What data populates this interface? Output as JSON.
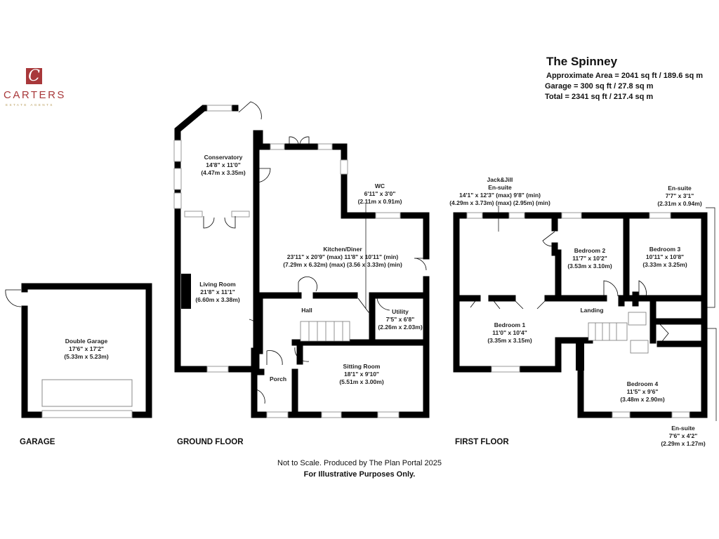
{
  "logo": {
    "mark": "C",
    "name": "CARTERS",
    "tagline": "ESTATE AGENTS"
  },
  "header": {
    "title": "The Spinney",
    "approx_area": "Approximate Area = 2041 sq ft / 189.6 sq m",
    "garage_area": "Garage = 300 sq ft / 27.8 sq m",
    "total_area": "Total = 2341 sq ft / 217.4 sq m"
  },
  "rooms": {
    "conservatory": {
      "name": "Conservatory",
      "imperial": "14'8\" x 11'0\"",
      "metric": "(4.47m x 3.35m)"
    },
    "wc": {
      "name": "WC",
      "imperial": "6'11\" x 3'0\"",
      "metric": "(2.11m x 0.91m)"
    },
    "kitchen": {
      "name": "Kitchen/Diner",
      "imperial": "23'11\" x 20'9\" (max) 11'8\" x 10'11\" (min)",
      "metric": "(7.29m x 6.32m) (max) (3.56 x 3.33m) (min)"
    },
    "living": {
      "name": "Living Room",
      "imperial": "21'8\" x 11'1\"",
      "metric": "(6.60m x 3.38m)"
    },
    "hall": {
      "name": "Hall"
    },
    "utility": {
      "name": "Utility",
      "imperial": "7'5\" x 6'8\"",
      "metric": "(2.26m x 2.03m)"
    },
    "sitting": {
      "name": "Sitting Room",
      "imperial": "18'1\" x 9'10\"",
      "metric": "(5.51m x 3.00m)"
    },
    "porch": {
      "name": "Porch"
    },
    "garage": {
      "name": "Double Garage",
      "imperial": "17'6\" x 17'2\"",
      "metric": "(5.33m x 5.23m)"
    },
    "jackjill": {
      "name": "Jack&Jill",
      "name2": "En-suite",
      "imperial": "14'1\" x 12'3\" (max) 9'8\" (min)",
      "metric": "(4.29m x 3.73m) (max) (2.95m) (min)"
    },
    "ensuite_top": {
      "name": "En-suite",
      "imperial": "7'7\" x 3'1\"",
      "metric": "(2.31m x 0.94m)"
    },
    "bedroom2": {
      "name": "Bedroom 2",
      "imperial": "11'7\" x 10'2\"",
      "metric": "(3.53m x 3.10m)"
    },
    "bedroom3": {
      "name": "Bedroom 3",
      "imperial": "10'11\" x 10'8\"",
      "metric": "(3.33m x 3.25m)"
    },
    "landing": {
      "name": "Landing"
    },
    "bedroom1": {
      "name": "Bedroom 1",
      "imperial": "11'0\" x 10'4\"",
      "metric": "(3.35m x 3.15m)"
    },
    "bedroom4": {
      "name": "Bedroom 4",
      "imperial": "11'5\" x 9'6\"",
      "metric": "(3.48m x 2.90m)"
    },
    "ensuite_bottom": {
      "name": "En-suite",
      "imperial": "7'6\" x 4'2\"",
      "metric": "(2.29m x 1.27m)"
    }
  },
  "floors": {
    "garage": "GARAGE",
    "ground": "GROUND FLOOR",
    "first": "FIRST FLOOR"
  },
  "footer": {
    "line1": "Not to Scale. Produced by The Plan Portal 2025",
    "line2": "For Illustrative Purposes Only."
  }
}
